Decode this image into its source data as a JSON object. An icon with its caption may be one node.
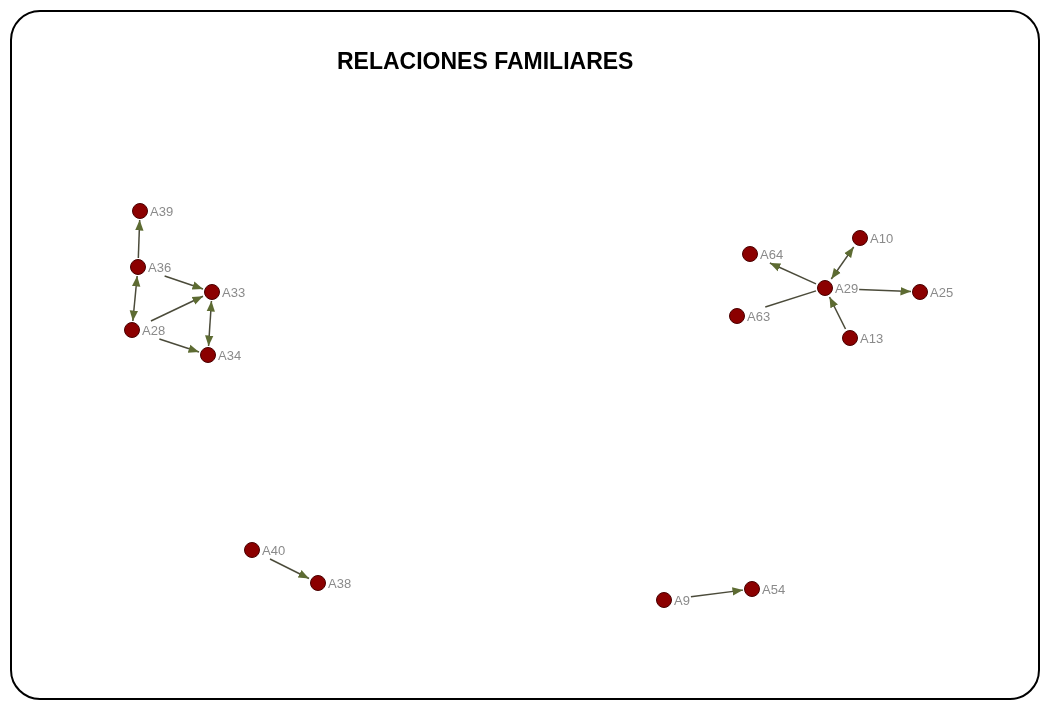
{
  "diagram": {
    "title": "RELACIONES FAMILIARES",
    "nodes": [
      {
        "text": [
          "A39"
        ]
      },
      {
        "text": [
          "A36"
        ]
      },
      {
        "text": [
          "A33"
        ]
      },
      {
        "text": [
          "A28"
        ]
      },
      {
        "text": [
          "A34"
        ]
      },
      {
        "text": [
          "A64"
        ]
      },
      {
        "text": [
          "A10"
        ]
      },
      {
        "text": [
          "A29"
        ]
      },
      {
        "text": [
          "A25"
        ]
      },
      {
        "text": [
          "A63"
        ]
      },
      {
        "text": [
          "A13"
        ]
      },
      {
        "text": [
          "A40"
        ]
      },
      {
        "text": [
          "A38"
        ]
      },
      {
        "text": [
          "A9"
        ]
      },
      {
        "text": [
          "A54"
        ]
      }
    ],
    "edges": [
      {
        "from": 1,
        "to": 0,
        "arrow": "to"
      },
      {
        "from": 1,
        "to": 3,
        "arrow": "both"
      },
      {
        "from": 1,
        "to": 2,
        "arrow": "to"
      },
      {
        "from": 3,
        "to": 2,
        "arrow": "to"
      },
      {
        "from": 3,
        "to": 4,
        "arrow": "to"
      },
      {
        "from": 4,
        "to": 2,
        "arrow": "both"
      },
      {
        "from": 7,
        "to": 6,
        "arrow": "both"
      },
      {
        "from": 7,
        "to": 5,
        "arrow": "to"
      },
      {
        "from": 9,
        "to": 7,
        "arrow": "none"
      },
      {
        "from": 7,
        "to": 8,
        "arrow": "to"
      },
      {
        "from": 10,
        "to": 7,
        "arrow": "to"
      },
      {
        "from": 11,
        "to": 12,
        "arrow": "to"
      },
      {
        "from": 13,
        "to": 14,
        "arrow": "to"
      }
    ]
  }
}
